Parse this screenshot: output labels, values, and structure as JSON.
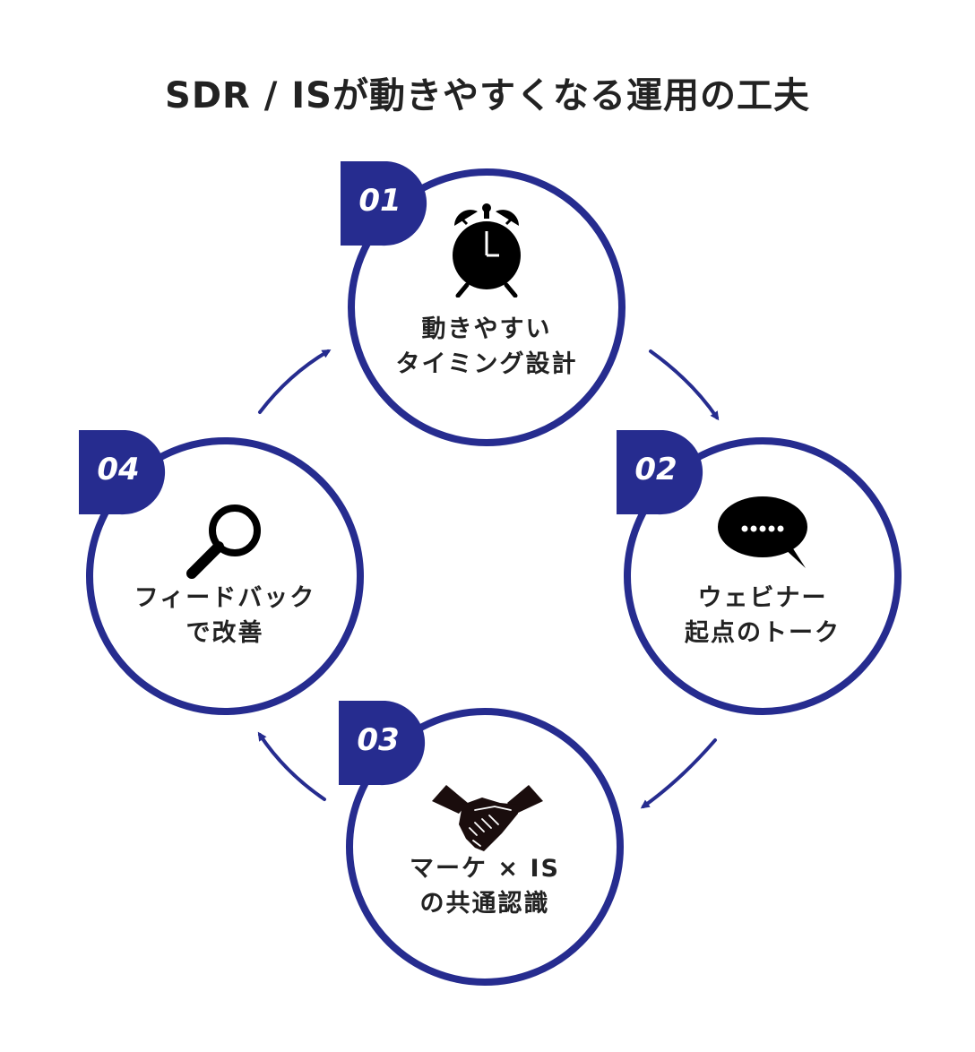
{
  "title": "SDR / ISが動きやすくなる運用の工夫",
  "steps": [
    {
      "number": "01",
      "icon": "alarm-clock-icon",
      "line1": "動きやすい",
      "line2": "タイミング設計"
    },
    {
      "number": "02",
      "icon": "speech-bubble-icon",
      "line1": "ウェビナー",
      "line2": "起点のトーク"
    },
    {
      "number": "03",
      "icon": "handshake-icon",
      "line1": "マーケ × IS",
      "line2": "の共通認識"
    },
    {
      "number": "04",
      "icon": "magnifier-icon",
      "line1": "フィードバック",
      "line2": "で改善"
    }
  ],
  "colors": {
    "accent": "#262c8f",
    "text": "#222222"
  }
}
